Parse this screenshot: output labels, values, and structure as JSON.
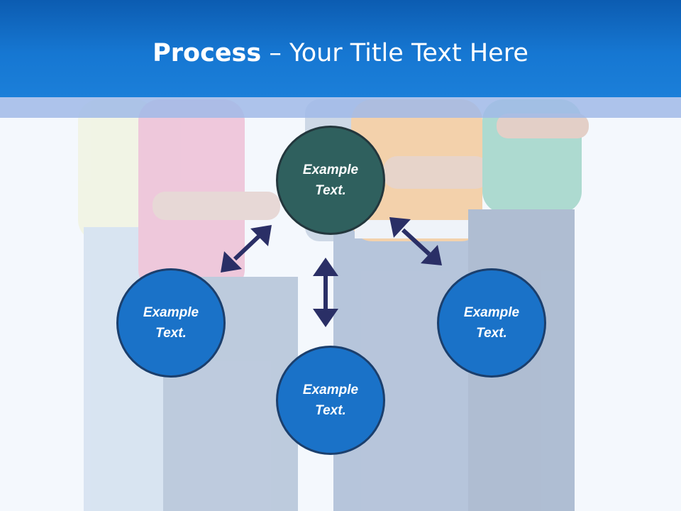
{
  "title": {
    "bold": "Process",
    "rest": " – Your Title Text Here"
  },
  "nodes": {
    "center": {
      "line1": "Example",
      "line2": "Text."
    },
    "left": {
      "line1": "Example",
      "line2": "Text."
    },
    "bottom": {
      "line1": "Example",
      "line2": "Text."
    },
    "right": {
      "line1": "Example",
      "line2": "Text."
    }
  },
  "colors": {
    "header": "#1677d2",
    "center_node": "#2f605e",
    "outer_node": "#1a72c8",
    "arrow": "#2a2f66"
  }
}
